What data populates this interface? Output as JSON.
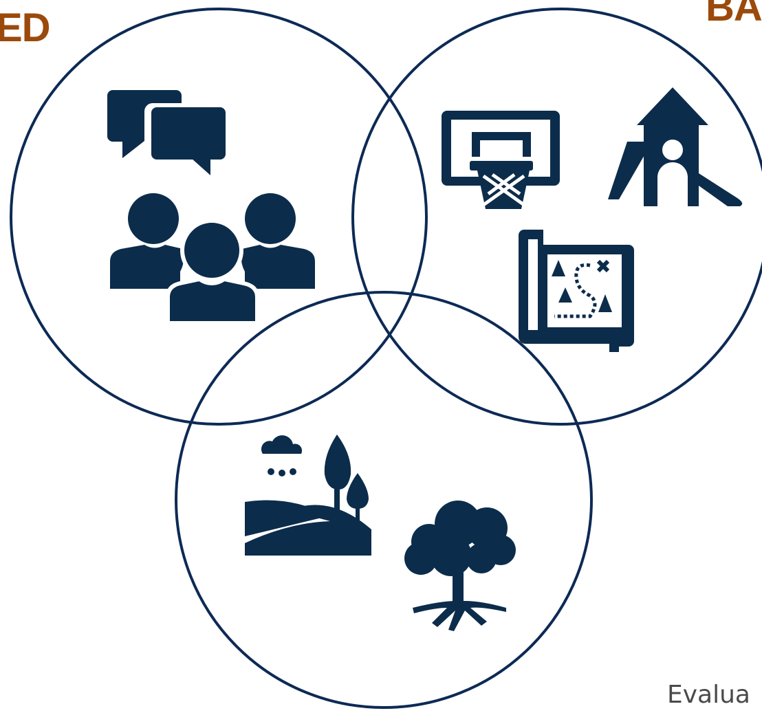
{
  "labels": {
    "left": "ED",
    "right": "BA"
  },
  "footer": "Evalua",
  "colors": {
    "heading": "#9b4a0c",
    "stroke": "#0d2a55",
    "icon": "#0c2c4b",
    "footer": "#4a4a4a"
  },
  "icons": {
    "community": [
      "speech-bubbles-icon",
      "people-group-icon"
    ],
    "recreation": [
      "basketball-hoop-icon",
      "playground-slide-icon",
      "treasure-map-icon"
    ],
    "nature": [
      "landscape-rain-icon",
      "tree-roots-icon"
    ]
  }
}
